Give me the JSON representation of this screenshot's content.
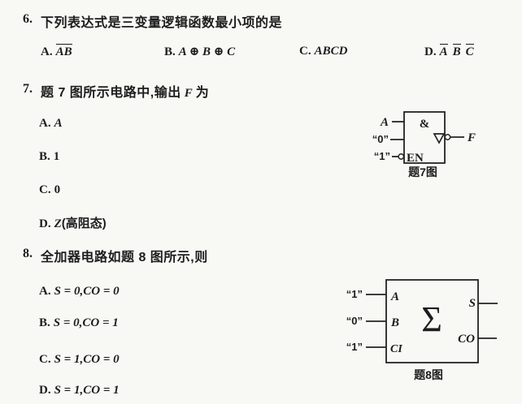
{
  "page": {
    "bg": "#f8f8f5",
    "ink": "#1d1d1d"
  },
  "q6": {
    "number": "6.",
    "stem": "下列表达式是三变量逻辑函数最小项的是",
    "options": [
      {
        "label": "A.",
        "text": "AB"
      },
      {
        "label": "B.",
        "text": "A ⊕ B ⊕ C"
      },
      {
        "label": "C.",
        "text": "ABCD"
      },
      {
        "label": "D.",
        "parts": [
          "A",
          "B",
          "C"
        ]
      }
    ]
  },
  "q7": {
    "number": "7.",
    "stem_pre": "题 7 图所示电路中,输出",
    "stem_var": "F",
    "stem_post": "为",
    "options": [
      {
        "label": "A.",
        "text": "A"
      },
      {
        "label": "B.",
        "text": "1"
      },
      {
        "label": "C.",
        "text": "0"
      },
      {
        "label": "D.",
        "var": "Z",
        "text": "(高阻态)"
      }
    ],
    "figure": {
      "and_symbol": "&",
      "en_label": "EN",
      "input_a": "A",
      "input_0": "“0”",
      "input_1": "“1”",
      "output": "F",
      "caption": "题7图"
    }
  },
  "q8": {
    "number": "8.",
    "stem": "全加器电路如题 8 图所示,则",
    "options": [
      {
        "label": "A.",
        "text": "S = 0,CO = 0"
      },
      {
        "label": "B.",
        "text": "S = 0,CO = 1"
      },
      {
        "label": "C.",
        "text": "S = 1,CO = 0"
      },
      {
        "label": "D.",
        "text": "S = 1,CO = 1"
      }
    ],
    "figure": {
      "sum_symbol": "Σ",
      "in1_value": "“1”",
      "in1_pin": "A",
      "in2_value": "“0”",
      "in2_pin": "B",
      "in3_value": "“1”",
      "in3_pin": "CI",
      "out1_pin": "S",
      "out2_pin": "CO",
      "caption": "题8图"
    }
  }
}
